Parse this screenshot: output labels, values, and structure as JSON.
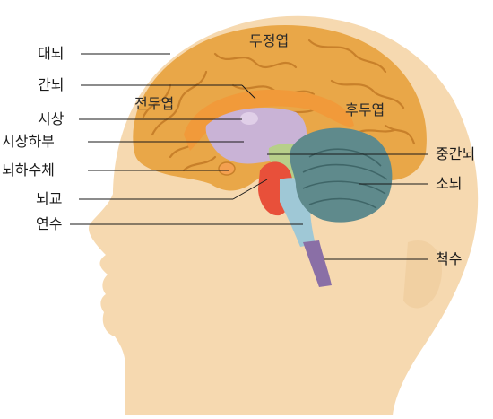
{
  "labels": {
    "cerebrum": "대뇌",
    "diencephalon": "간뇌",
    "thalamus": "시상",
    "hypothalamus": "시상하부",
    "pituitary": "뇌하수체",
    "pons": "뇌교",
    "medulla": "연수",
    "parietal_lobe": "두정엽",
    "frontal_lobe": "전두엽",
    "occipital_lobe": "후두엽",
    "midbrain": "중간뇌",
    "cerebellum": "소뇌",
    "spinal_cord": "척수"
  },
  "colors": {
    "skin": "#f6d9b0",
    "skin_shade": "#efc99a",
    "cortex": "#e9a748",
    "cortex_fold": "#c8802a",
    "corpus_callosum": "#f19a3a",
    "diencephalon": "#c9b3d6",
    "midbrain": "#b7cf8a",
    "pons": "#e8503a",
    "cerebellum": "#5f8a8c",
    "brainstem": "#9fc8d6",
    "spinal_cord": "#8a6fa6"
  }
}
